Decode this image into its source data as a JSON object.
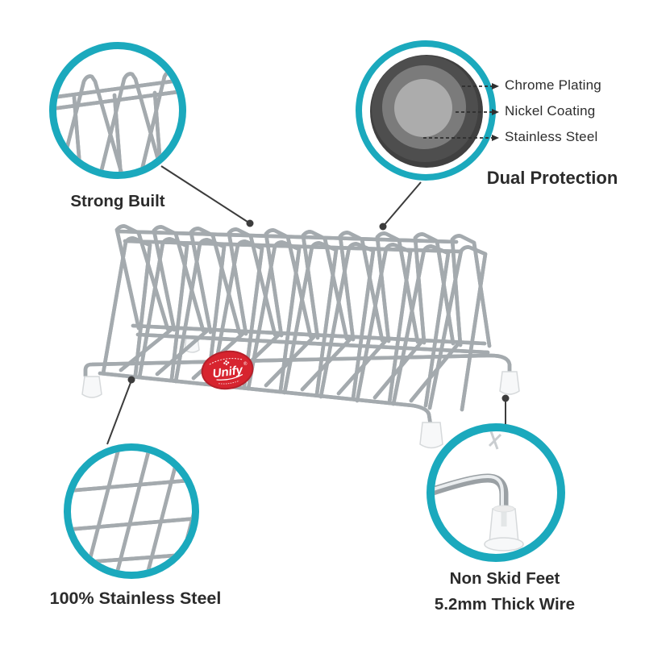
{
  "colors": {
    "accent": "#1ba9bd",
    "text": "#2b2b2b",
    "logo_red": "#d7242f",
    "wire_gray": "#a4aaae"
  },
  "callouts": {
    "strong_built": {
      "label": "Strong Built"
    },
    "dual_protection": {
      "title": "Dual Protection",
      "layers": [
        {
          "label": "Chrome Plating",
          "color": "#4e4e4e"
        },
        {
          "label": "Nickel Coating",
          "color": "#7b7b7b"
        },
        {
          "label": "Stainless Steel",
          "color": "#acacac"
        }
      ]
    },
    "stainless_steel": {
      "label": "100% Stainless Steel"
    },
    "non_skid": {
      "line1": "Non Skid Feet",
      "line2": "5.2mm Thick Wire"
    }
  },
  "logo": {
    "brand": "Unify",
    "registered": "®"
  }
}
